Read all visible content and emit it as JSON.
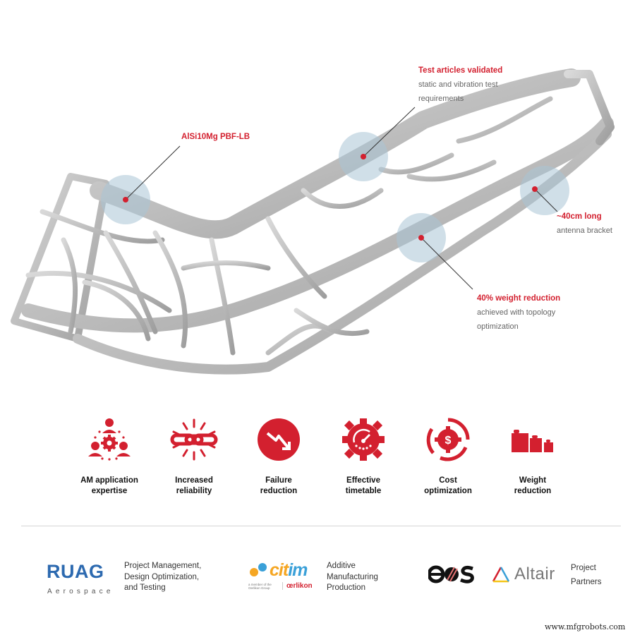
{
  "callouts": [
    {
      "id": "material",
      "title": "AlSi10Mg PBF-LB",
      "lines": []
    },
    {
      "id": "tests",
      "title": "Test articles validated",
      "lines": [
        "static and vibration test",
        "requirements"
      ]
    },
    {
      "id": "length",
      "title": "~40cm long",
      "lines": [
        "antenna bracket"
      ]
    },
    {
      "id": "weight",
      "title": "40% weight reduction",
      "lines": [
        "achieved with topology",
        "optimization"
      ]
    }
  ],
  "benefits": [
    {
      "icon": "team-gear-icon",
      "line1": "AM application",
      "line2": "expertise"
    },
    {
      "icon": "chain-link-icon",
      "line1": "Increased",
      "line2": "reliability"
    },
    {
      "icon": "trend-down-icon",
      "line1": "Failure",
      "line2": "reduction"
    },
    {
      "icon": "gauge-gear-icon",
      "line1": "Effective",
      "line2": "timetable"
    },
    {
      "icon": "dollar-gear-icon",
      "line1": "Cost",
      "line2": "optimization"
    },
    {
      "icon": "weights-icon",
      "line1": "Weight",
      "line2": "reduction"
    }
  ],
  "partners": {
    "ruag": {
      "logo": "RUAG",
      "sub": "Aerospace",
      "lines": [
        "Project Management,",
        "Design Optimization,",
        "and Testing"
      ]
    },
    "citim": {
      "logo_a": "cit",
      "logo_b": "im",
      "member": "a member of the Oerlikon Group",
      "parent": "œrlikon",
      "lines": [
        "Additive",
        "Manufacturing",
        "Production"
      ]
    },
    "eos": {
      "logo": "eos"
    },
    "altair": {
      "logo": "Altair",
      "lines": [
        "Project",
        "Partners"
      ]
    }
  },
  "colors": {
    "accent": "#d3202f",
    "ruag_blue": "#2d6ab0",
    "citim_orange": "#f5a623",
    "citim_blue": "#3aa0d8",
    "highlight": "#a9c4d6"
  },
  "watermark": "www.mfgrobots.com"
}
